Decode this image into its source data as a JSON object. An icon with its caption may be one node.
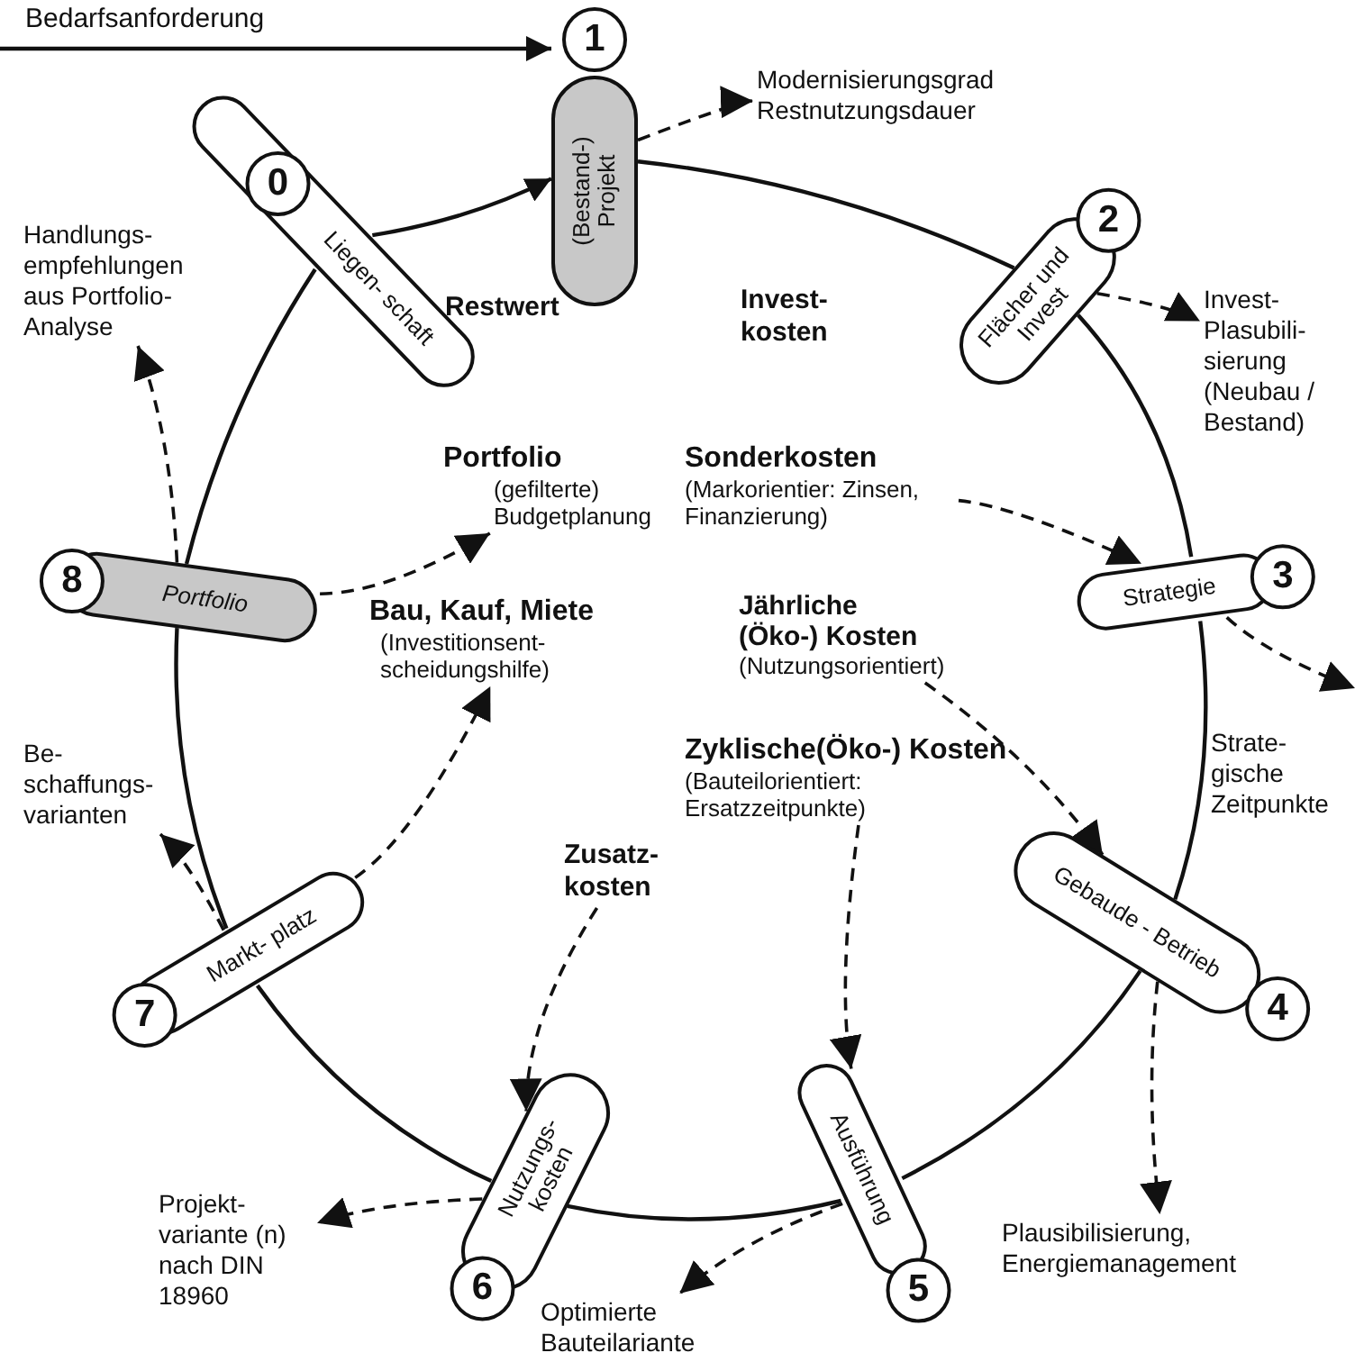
{
  "diagram": {
    "nodes": [
      {
        "text": [
          "0",
          "Liegen- schaft"
        ]
      },
      {
        "text": [
          "1",
          "(Bestand-) Projekt"
        ]
      },
      {
        "text": [
          "2",
          "Flächer und Invest"
        ]
      },
      {
        "text": [
          "3",
          "Strategie"
        ]
      },
      {
        "text": [
          "4",
          "Gebaude - Betrieb"
        ]
      },
      {
        "text": [
          "5",
          "Ausführung"
        ]
      },
      {
        "text": [
          "6",
          "Nutzungs- kosten"
        ]
      },
      {
        "text": [
          "7",
          "Markt- platz"
        ]
      },
      {
        "text": [
          "8",
          "Portfolio"
        ]
      },
      {
        "text": [
          "Modernisierungsgrad Restnutzungsdauer"
        ]
      },
      {
        "text": [
          "Invest- Plasubili- sierung (Neubau / Bestand)"
        ]
      },
      {
        "text": [
          "Plausibilisierung, Energiemanagement"
        ]
      },
      {
        "text": [
          "Optimierte Bauteilariante"
        ]
      },
      {
        "text": [
          "Projekt- variante (n) nach DIN 18960"
        ]
      },
      {
        "text": [
          "Be- schaffungs- varianten"
        ]
      },
      {
        "text": [
          "Handlungs- empfehlungen aus Portfolio- Analyse"
        ]
      },
      {
        "text": [
          "Portfolio",
          "(gefilterte) Budgetplanung"
        ]
      },
      {
        "text": [
          "Bau, Kauf, Miete",
          "(Investitionsent- scheidungshilfe)"
        ]
      },
      {
        "text": [
          "Sonderkosten",
          "(Markorientier: Zinsen, Finanzierung)"
        ]
      },
      {
        "text": [
          "Jährliche (Öko-) Kosten",
          "(Nutzungsorientiert)"
        ]
      },
      {
        "text": [
          "Zyklische(Öko-) Kosten",
          "(Bauteilorientiert: Ersatzzeitpunkte)"
        ]
      },
      {
        "text": [
          "Zusatz- kosten"
        ]
      }
    ],
    "edges": [
      {
        "from": null,
        "to": 1,
        "arrow": "to",
        "label": "Bedarfsanforderung"
      },
      {
        "from": 0,
        "to": 1,
        "arrow": "to"
      },
      {
        "from": 1,
        "to": 2,
        "arrow": "none"
      },
      {
        "from": 2,
        "to": 3,
        "arrow": "none"
      },
      {
        "from": 3,
        "to": 4,
        "arrow": "none"
      },
      {
        "from": 4,
        "to": 5,
        "arrow": "none"
      },
      {
        "from": 5,
        "to": 6,
        "arrow": "none"
      },
      {
        "from": 6,
        "to": 7,
        "arrow": "none"
      },
      {
        "from": 7,
        "to": 8,
        "arrow": "none"
      },
      {
        "from": 8,
        "to": 0,
        "arrow": "none"
      },
      {
        "from": 1,
        "to": 9,
        "arrow": "to",
        "style": "dashed"
      },
      {
        "from": 2,
        "to": 10,
        "arrow": "to",
        "style": "dashed"
      },
      {
        "from": 3,
        "to": null,
        "arrow": "to",
        "style": "dashed"
      },
      {
        "from": 4,
        "to": 11,
        "arrow": "to",
        "style": "dashed"
      },
      {
        "from": 5,
        "to": 12,
        "arrow": "to",
        "style": "dashed"
      },
      {
        "from": 6,
        "to": 13,
        "arrow": "to",
        "style": "dashed"
      },
      {
        "from": 7,
        "to": 14,
        "arrow": "to",
        "style": "dashed"
      },
      {
        "from": 8,
        "to": 15,
        "arrow": "to",
        "style": "dashed"
      },
      {
        "from": 8,
        "to": 16,
        "arrow": "to",
        "style": "dashed"
      },
      {
        "from": 7,
        "to": 17,
        "arrow": "to",
        "style": "dashed"
      },
      {
        "from": 18,
        "to": 3,
        "arrow": "to",
        "style": "dashed"
      },
      {
        "from": 19,
        "to": 4,
        "arrow": "to",
        "style": "dashed"
      },
      {
        "from": 20,
        "to": 5,
        "arrow": "to",
        "style": "dashed"
      },
      {
        "from": 21,
        "to": 6,
        "arrow": "to",
        "style": "dashed"
      }
    ],
    "labels": [
      "Restwert",
      "Invest- kosten",
      "Strate- gische Zeitpunkte"
    ]
  }
}
